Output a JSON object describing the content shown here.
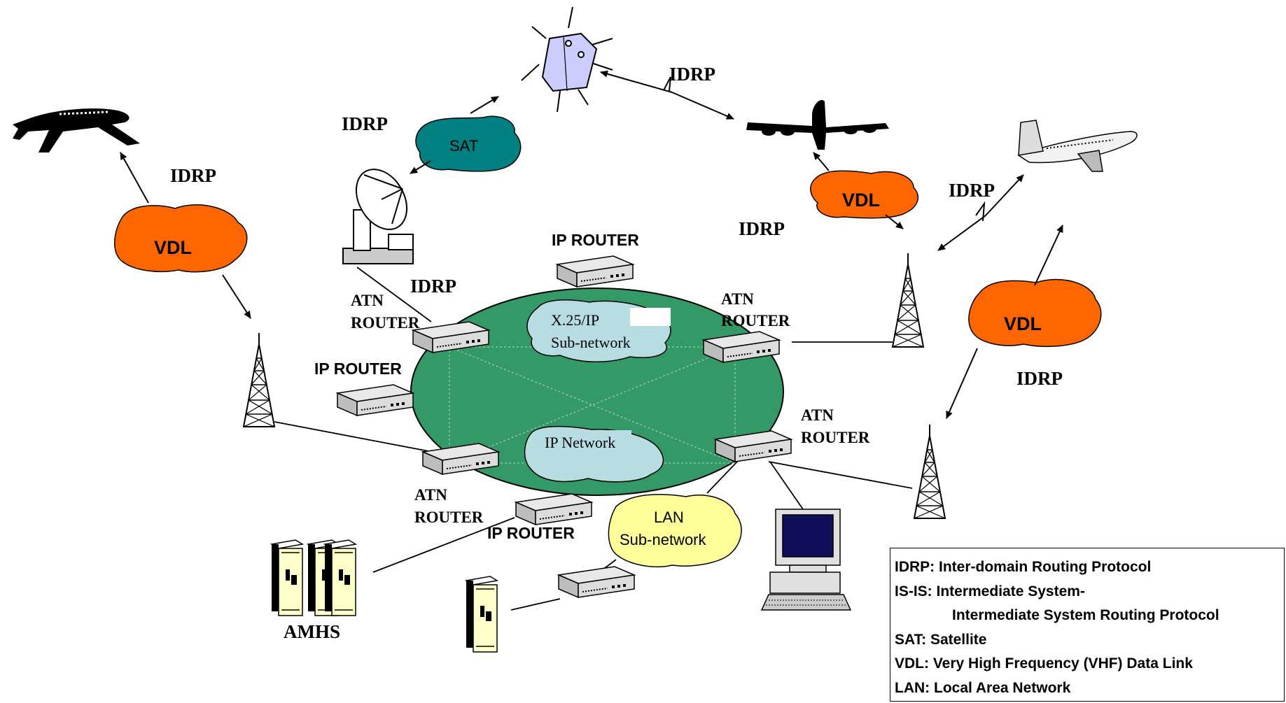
{
  "labels": {
    "idrp": "IDRP",
    "vdl": "VDL",
    "sat": "SAT",
    "ip_router": "IP ROUTER",
    "atn": "ATN",
    "router": "ROUTER",
    "x25_line1": "X.25/IP",
    "x25_line2": "Sub-network",
    "ip_network": "IP Network",
    "lan_line1": "LAN",
    "lan_line2": "Sub-network",
    "amhs": "AMHS"
  },
  "legend": {
    "line1": "IDRP: Inter-domain Routing Protocol",
    "line2": "IS-IS: Intermediate System-",
    "line3": "Intermediate System Routing Protocol",
    "line4": "SAT:  Satellite",
    "line5": "VDL: Very High Frequency (VHF) Data Link",
    "line6": "LAN: Local Area Network"
  },
  "colors": {
    "ellipse": "#339966",
    "vdl_cloud": "#ff6600",
    "sat_cloud": "#008080",
    "subnet_cloud": "#b7dde3",
    "lan_cloud": "#ffff99"
  }
}
